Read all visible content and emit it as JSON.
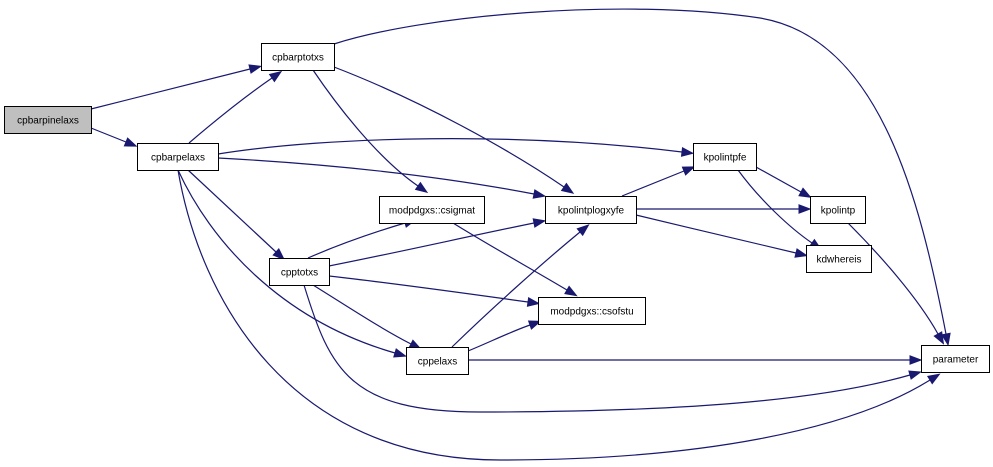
{
  "diagram": {
    "nodes": [
      {
        "id": "cpbarpinelaxs",
        "label": "cpbarpinelaxs",
        "highlight": true
      },
      {
        "id": "cpbarptotxs",
        "label": "cpbarptotxs"
      },
      {
        "id": "cpbarpelaxs",
        "label": "cpbarpelaxs"
      },
      {
        "id": "kpolintpfe",
        "label": "kpolintpfe"
      },
      {
        "id": "modpdgxs_csigmat",
        "label": "modpdgxs::csigmat"
      },
      {
        "id": "kpolintplogxyfe",
        "label": "kpolintplogxyfe"
      },
      {
        "id": "kpolintp",
        "label": "kpolintp"
      },
      {
        "id": "cpptotxs",
        "label": "cpptotxs"
      },
      {
        "id": "kdwhereis",
        "label": "kdwhereis"
      },
      {
        "id": "modpdgxs_csofstu",
        "label": "modpdgxs::csofstu"
      },
      {
        "id": "cppelaxs",
        "label": "cppelaxs"
      },
      {
        "id": "parameter",
        "label": "parameter"
      }
    ],
    "edges": [
      {
        "from": "cpbarpinelaxs",
        "to": "cpbarptotxs"
      },
      {
        "from": "cpbarpinelaxs",
        "to": "cpbarpelaxs"
      },
      {
        "from": "cpbarptotxs",
        "to": "parameter"
      },
      {
        "from": "cpbarptotxs",
        "to": "modpdgxs_csigmat"
      },
      {
        "from": "cpbarptotxs",
        "to": "kpolintplogxyfe"
      },
      {
        "from": "cpbarpelaxs",
        "to": "cpbarptotxs"
      },
      {
        "from": "cpbarpelaxs",
        "to": "kpolintpfe"
      },
      {
        "from": "cpbarpelaxs",
        "to": "kpolintplogxyfe"
      },
      {
        "from": "cpbarpelaxs",
        "to": "cpptotxs"
      },
      {
        "from": "cpbarpelaxs",
        "to": "cppelaxs"
      },
      {
        "from": "cpbarpelaxs",
        "to": "parameter"
      },
      {
        "from": "kpolintpfe",
        "to": "kpolintp"
      },
      {
        "from": "kpolintpfe",
        "to": "kdwhereis"
      },
      {
        "from": "modpdgxs_csigmat",
        "to": "modpdgxs_csofstu"
      },
      {
        "from": "kpolintplogxyfe",
        "to": "kpolintpfe"
      },
      {
        "from": "kpolintplogxyfe",
        "to": "kpolintp"
      },
      {
        "from": "kpolintplogxyfe",
        "to": "kdwhereis"
      },
      {
        "from": "kpolintp",
        "to": "parameter"
      },
      {
        "from": "cpptotxs",
        "to": "modpdgxs_csigmat"
      },
      {
        "from": "cpptotxs",
        "to": "kpolintplogxyfe"
      },
      {
        "from": "cpptotxs",
        "to": "modpdgxs_csofstu"
      },
      {
        "from": "cpptotxs",
        "to": "cppelaxs"
      },
      {
        "from": "cpptotxs",
        "to": "parameter"
      },
      {
        "from": "cppelaxs",
        "to": "kpolintplogxyfe"
      },
      {
        "from": "cppelaxs",
        "to": "modpdgxs_csofstu"
      },
      {
        "from": "cppelaxs",
        "to": "parameter"
      }
    ]
  },
  "colors": {
    "edge": "#191970",
    "node_fill": "#ffffff",
    "node_highlight_fill": "#bfbfbf",
    "node_stroke": "#000000"
  }
}
